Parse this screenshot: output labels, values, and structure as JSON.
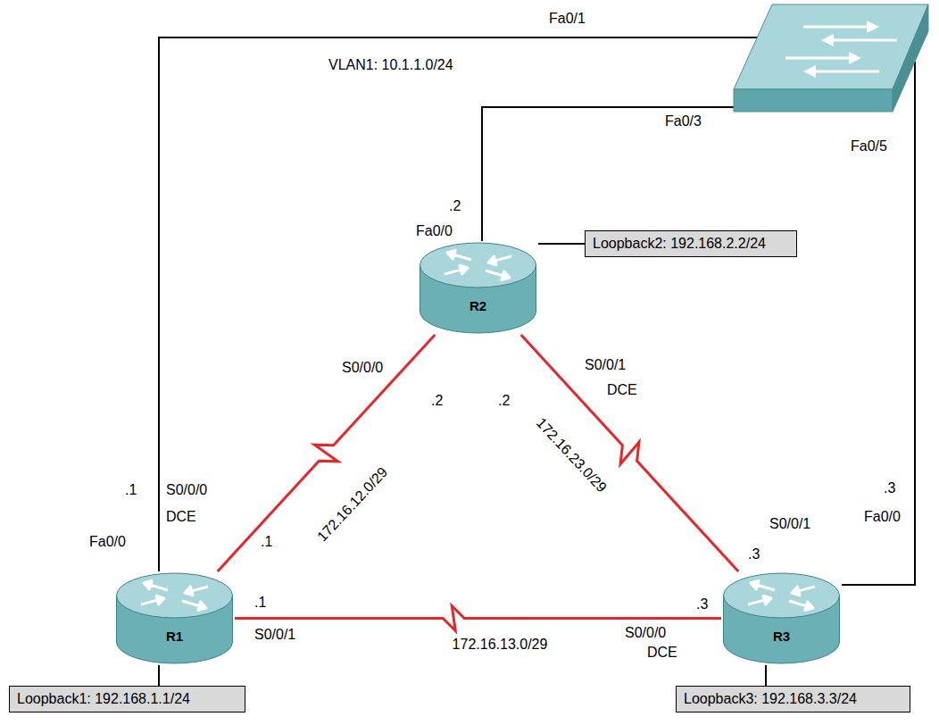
{
  "diagram": {
    "nodes": [
      {
        "text": [
          "R1"
        ]
      },
      {
        "text": [
          "R2"
        ]
      },
      {
        "text": [
          "R3"
        ]
      },
      {
        "text": [
          "Loopback1: 192.168.1.1/24"
        ]
      },
      {
        "text": [
          "Loopback2: 192.168.2.2/24"
        ]
      },
      {
        "text": [
          "Loopback3: 192.168.3.3/24"
        ]
      }
    ],
    "edges": [
      {
        "from": 0,
        "to": 1,
        "arrow": "none",
        "label": "172.16.12.0/29"
      },
      {
        "from": 1,
        "to": 2,
        "arrow": "none",
        "label": "172.16.23.0/29"
      },
      {
        "from": 0,
        "to": 2,
        "arrow": "none",
        "label": "172.16.13.0/29"
      },
      {
        "from": 0,
        "to": 3,
        "arrow": "none"
      },
      {
        "from": 1,
        "to": 4,
        "arrow": "none"
      },
      {
        "from": 2,
        "to": 5,
        "arrow": "none"
      }
    ],
    "labels": [
      "Fa0/1",
      "VLAN1: 10.1.1.0/24",
      "Fa0/3",
      "Fa0/5",
      ".2",
      "Fa0/0",
      "S0/0/0",
      ".2",
      ".2",
      "S0/0/1",
      "DCE",
      ".1",
      "S0/0/0",
      "DCE",
      "Fa0/0",
      ".1",
      ".1",
      "S0/0/1",
      ".3",
      "S0/0/1",
      ".3",
      "Fa0/0",
      ".3",
      "S0/0/0",
      "DCE"
    ]
  }
}
